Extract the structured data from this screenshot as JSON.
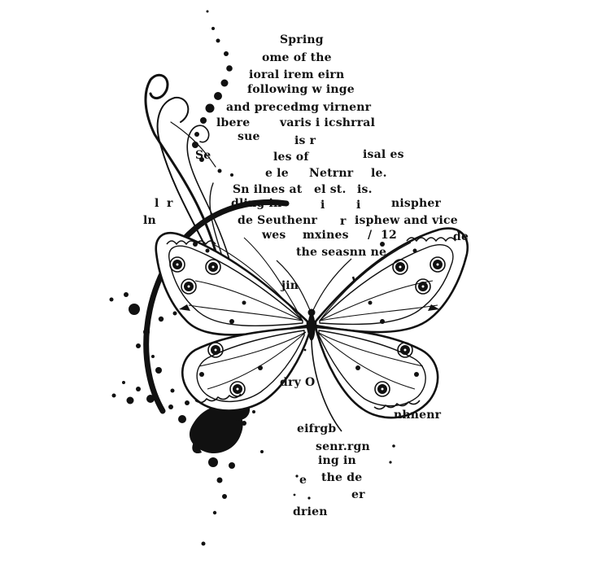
{
  "image": {
    "subject": "butterfly-stamp-with-text-fragments",
    "ink_color": "#111111",
    "paper_color": "#ffffff"
  },
  "text_lines": [
    "Spring",
    "ome of the",
    "ioral irem eirn",
    "following w inge",
    "and precedmg virnenr",
    "lbere",
    "varis i icshrral",
    "sue",
    "is r",
    "Se",
    "les of",
    "isal es",
    "e le",
    "Netrnr",
    "le.",
    "Sn ilnes at",
    "el st.",
    "is.",
    "l",
    "r",
    "dling in",
    "i",
    "i",
    "nispher",
    "ln",
    "de Seuthenr",
    "r",
    "isphew and vice",
    "wes",
    "mxines",
    "/",
    "12",
    "de",
    "the seasnn ne",
    "jin",
    "dry O",
    "nhnenr",
    "eifrgb",
    "senr.rgn",
    "ing in",
    "e",
    "the de",
    "er",
    "drien"
  ]
}
